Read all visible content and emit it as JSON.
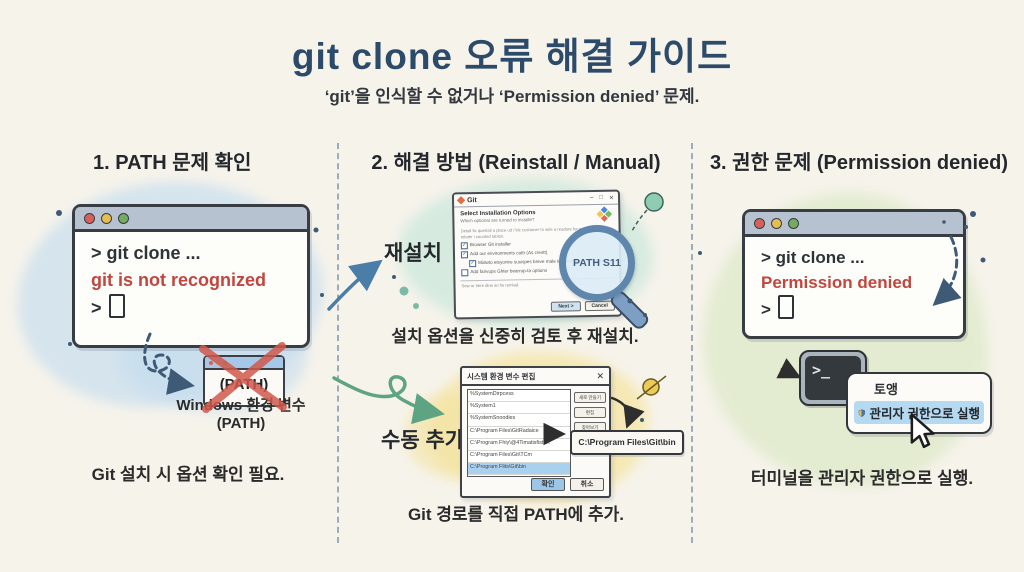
{
  "title": "git clone 오류 해결 가이드",
  "subtitle": "‘git’을 인식할 수 없거나 ‘Permission denied’ 문제.",
  "sections": {
    "path_check": {
      "header": "1. PATH 문제 확인",
      "terminal": {
        "command": "> git clone ...",
        "error": "git is not recognized",
        "prompt": ">"
      },
      "path_window_label": "(PATH)",
      "label_line1": "Windows 환경 변수",
      "label_line2": "(PATH)",
      "footer": "Git 설치 시 옵션 확인 필요."
    },
    "solutions": {
      "header": "2. 해결 방법 (Reinstall / Manual)",
      "reinstall_label": "재설치",
      "manual_label": "수동 추가",
      "installer": {
        "title": "Git",
        "minimize": "–",
        "maximize": "□",
        "close": "✕",
        "heading": "Select Installation Options",
        "subheading": "Which optional are turned to installe?",
        "body": "Detail fix quetrail a place ud / blc customer to wire a readore for command lat relater i counted tablon.",
        "option1": "Browser Git installer",
        "option2": "Add our environments cattr (As crestt)",
        "option3": "Midwto etsyonire susispes breve male id (sonro one art Ducal)",
        "option4": "Add fairvups Ghter bearrup-ta options",
        "footnote": "Sew or itere dine an fw remlad.",
        "next_button": "Next >",
        "cancel_button": "Cancel"
      },
      "magnifier_text": "PATH S11",
      "caption_reinstall": "설치 옵션을 신중히 검토 후 재설치.",
      "env_dialog": {
        "title": "시스템 환경 변수 편집",
        "close": "✕",
        "rows": [
          "%SystemDirpcess",
          "%System1",
          "%SystemSnoodies",
          "C:\\Program Files\\GitRadaice",
          "C:\\Program Fhiy\\@4Timatisfists...",
          "C:\\Program Files\\Git\\TCm",
          "C:\\Program Flits\\Git\\bin"
        ],
        "new_button": "새로 만들기",
        "edit_button": "편집",
        "browse_button": "찾아보기",
        "ok_button": "확인",
        "cancel_button": "취소"
      },
      "path_callout": "C:\\Program Files\\Git\\bin",
      "caption_manual": "Git 경로를 직접 PATH에 추가."
    },
    "permission": {
      "header": "3. 권한 문제 (Permission denied)",
      "terminal": {
        "command": "> git clone ...",
        "error": "Permission denied",
        "prompt": ">"
      },
      "terminal_icon_glyph": ">_",
      "context_menu": {
        "item1": "토앵",
        "item2": "관리자 권한으로 실행"
      },
      "footer": "터미널을 관리자 권한으로 실행."
    }
  },
  "colors": {
    "background": "#f6f3eb",
    "title": "#2c4a69",
    "error": "#c2453e",
    "accent_blue": "#4a7da8",
    "accent_green": "#5fa482",
    "highlight_row": "#a9d0ee"
  }
}
